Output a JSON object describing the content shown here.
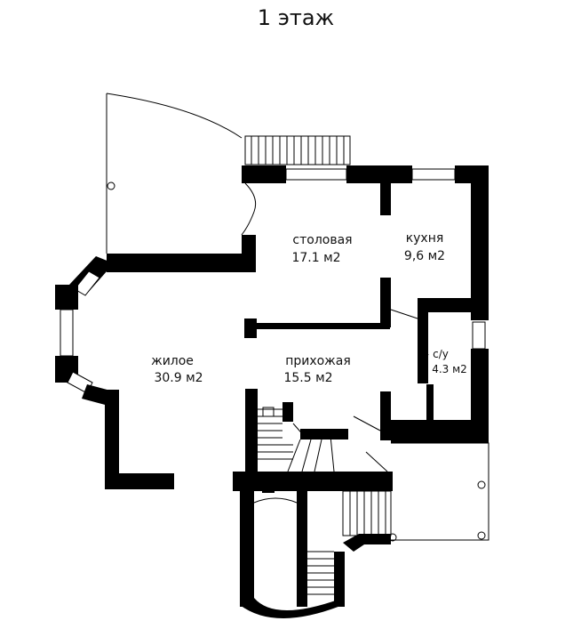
{
  "plan": {
    "title": "1 этаж",
    "rooms": [
      {
        "id": "dining",
        "name": "столовая",
        "area": "17.1 м2"
      },
      {
        "id": "kitchen",
        "name": "кухня",
        "area": "9,6 м2"
      },
      {
        "id": "living",
        "name": "жилое",
        "area": "30.9 м2"
      },
      {
        "id": "hall",
        "name": "прихожая",
        "area": "15.5 м2"
      },
      {
        "id": "wc",
        "name": "с/у",
        "area": "4.3 м2"
      }
    ]
  }
}
